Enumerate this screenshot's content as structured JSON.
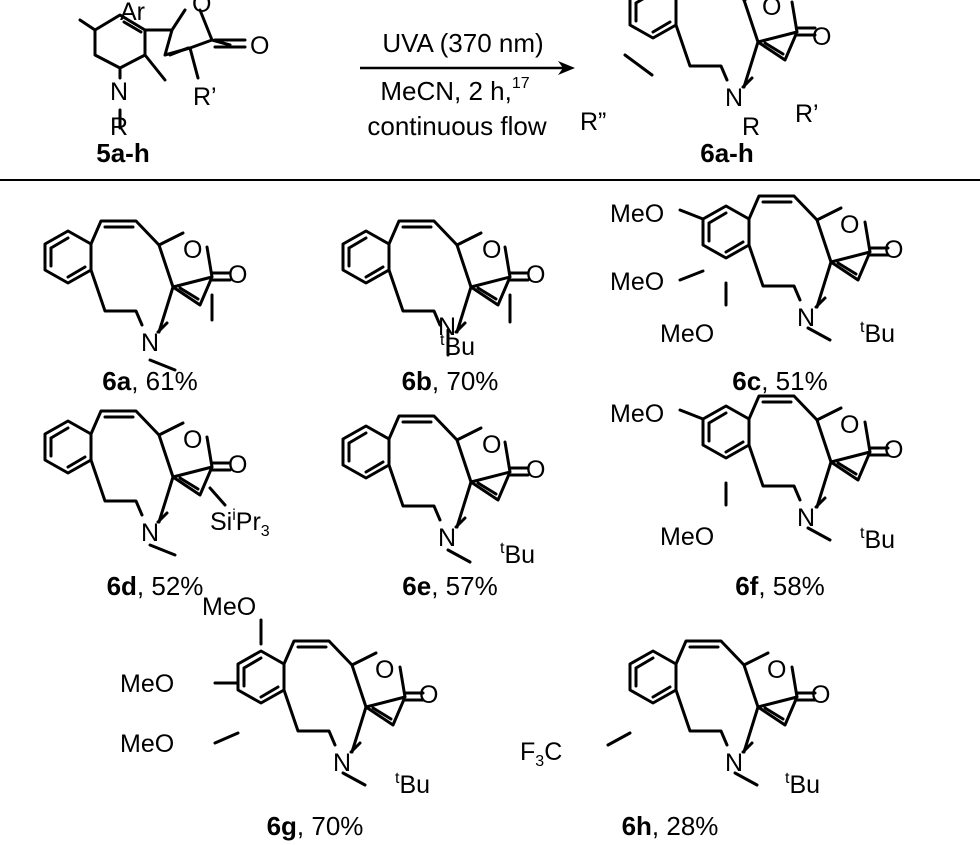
{
  "reaction": {
    "conditions": {
      "line1": "UVA (370 nm)",
      "line2": "MeCN, 2 h,",
      "line2_ref": "17",
      "line3": "continuous flow"
    },
    "reactant": {
      "label": "5a-h",
      "atoms": {
        "aryl": "Ar",
        "nitrogen": "N",
        "r_group": "R",
        "r_prime": "R’",
        "ring_oxygen": "O",
        "carbonyl_oxygen": "O"
      }
    },
    "product": {
      "label": "6a-h",
      "atoms": {
        "r_double_prime": "R”",
        "nitrogen": "N",
        "r_group": "R",
        "r_prime": "R’",
        "ring_oxygen": "O",
        "carbonyl_oxygen": "O"
      }
    }
  },
  "compounds": [
    {
      "id": "6a",
      "yield": "61%",
      "n_sub": "",
      "n_sub_sup": "",
      "c3": "",
      "c3_sup": "",
      "c3_sub": ""
    },
    {
      "id": "6b",
      "yield": "70%",
      "n_sub": "Bu",
      "n_sub_sup": "t",
      "c3": "",
      "c3_sup": "",
      "c3_sub": ""
    },
    {
      "id": "6c",
      "yield": "51%",
      "n_sub": "",
      "n_sub_sup": "",
      "c3": "Bu",
      "c3_sup": "t",
      "c3_sub": "",
      "aryl": [
        "MeO",
        "MeO",
        "MeO"
      ]
    },
    {
      "id": "6d",
      "yield": "52%",
      "n_sub": "",
      "n_sub_sup": "",
      "c3": "Si",
      "c3_sup": "i",
      "c3_tail": "Pr",
      "c3_sub": "3"
    },
    {
      "id": "6e",
      "yield": "57%",
      "n_sub": "",
      "n_sub_sup": "",
      "c3": "Bu",
      "c3_sup": "t",
      "c3_sub": ""
    },
    {
      "id": "6f",
      "yield": "58%",
      "n_sub": "",
      "n_sub_sup": "",
      "c3": "Bu",
      "c3_sup": "t",
      "c3_sub": "",
      "aryl": [
        "MeO",
        "MeO"
      ]
    },
    {
      "id": "6g",
      "yield": "70%",
      "n_sub": "",
      "n_sub_sup": "",
      "c3": "Bu",
      "c3_sup": "t",
      "c3_sub": "",
      "aryl": [
        "MeO",
        "MeO",
        "MeO"
      ]
    },
    {
      "id": "6h",
      "yield": "28%",
      "n_sub": "",
      "n_sub_sup": "",
      "c3": "Bu",
      "c3_sup": "t",
      "c3_sub": "",
      "aryl": [
        "F",
        "3",
        "C"
      ]
    }
  ],
  "label_separator": ", ",
  "atom_labels": {
    "nitrogen": "N",
    "oxygen": "O"
  }
}
